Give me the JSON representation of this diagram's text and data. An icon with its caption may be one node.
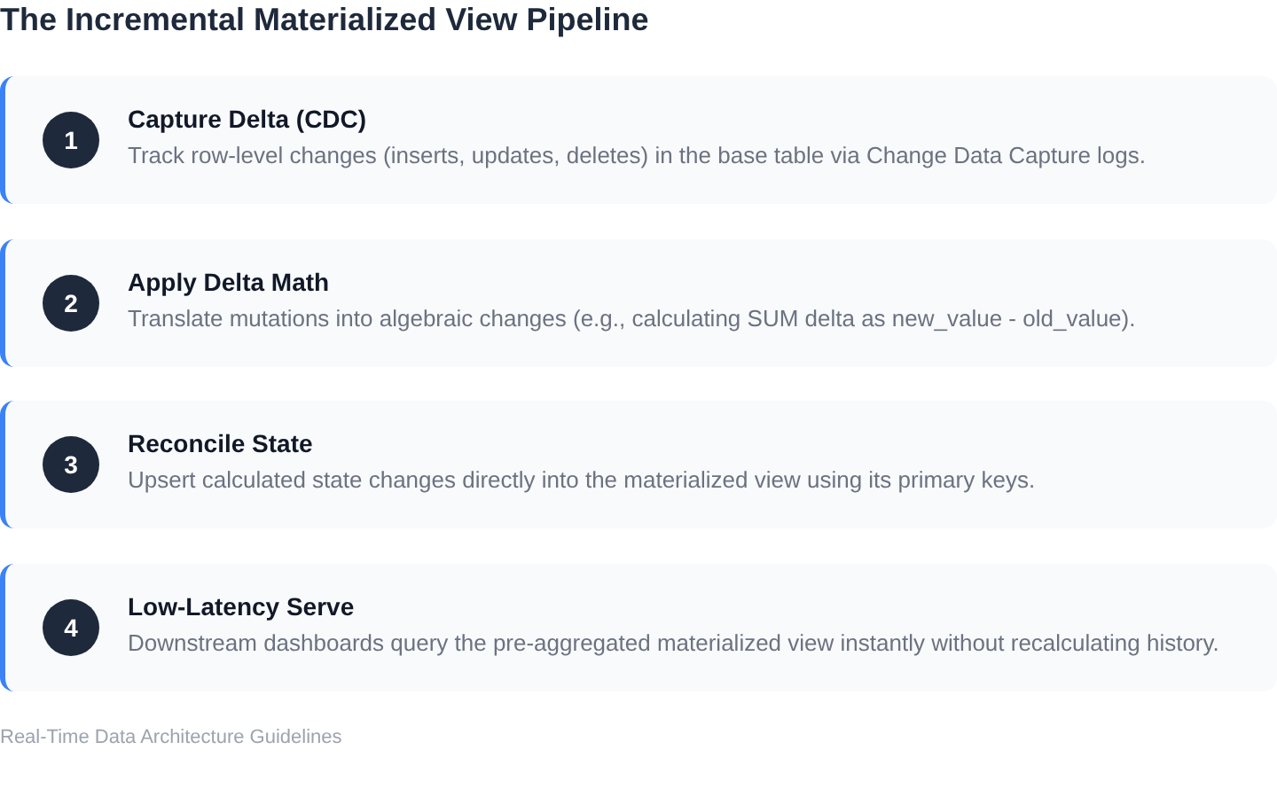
{
  "diagram": {
    "title": "The Incremental Materialized View Pipeline",
    "nodes": [
      {
        "text": [
          "Capture Delta (CDC)",
          "Track row-level changes (inserts, updates, deletes) in the base table via Change Data Capture logs."
        ]
      },
      {
        "text": [
          "1"
        ],
        "in": 0
      },
      {
        "text": [
          "Apply Delta Math",
          "Translate mutations into algebraic changes (e.g., calculating SUM delta as new_value - old_value)."
        ]
      },
      {
        "text": [
          "2"
        ],
        "in": 2
      },
      {
        "text": [
          "Reconcile State",
          "Upsert calculated state changes directly into the materialized view using its primary keys."
        ]
      },
      {
        "text": [
          "3"
        ],
        "in": 4
      },
      {
        "text": [
          "Low-Latency Serve",
          "Downstream dashboards query the pre-aggregated materialized view instantly without recalculating history."
        ]
      },
      {
        "text": [
          "4"
        ],
        "in": 6
      }
    ],
    "labels": [
      "Real-Time Data Architecture Guidelines"
    ]
  }
}
